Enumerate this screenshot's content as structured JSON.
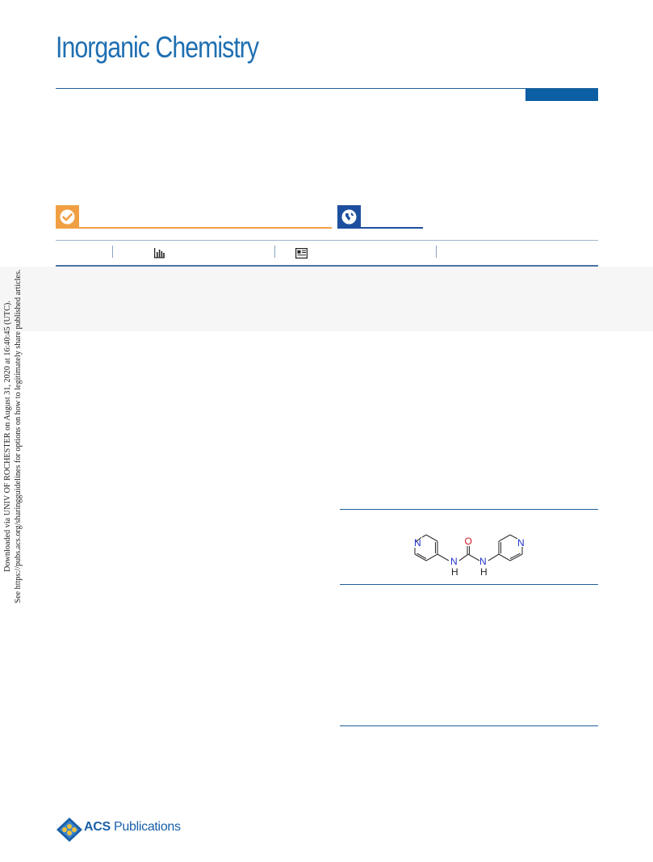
{
  "header": {
    "journal_title": "Inorganic Chemistry"
  },
  "side_stamp": {
    "line1": "Downloaded via UNIV OF ROCHESTER on August 31, 2020 at 16:40:45 (UTC).",
    "line2": "See https://pubs.acs.org/sharingguidelines for options on how to legitimately share published articles."
  },
  "structure": {
    "atom_N_left": "N",
    "atom_O": "O",
    "atom_NH_left": "N",
    "atom_H_left": "H",
    "atom_NH_right": "N",
    "atom_H_right": "H",
    "atom_N_right": "N"
  },
  "footer": {
    "publisher_bold": "ACS",
    "publisher_rest": " Publications"
  },
  "colors": {
    "journal_blue": "#1f6fb2",
    "header_tab": "#0d5fa3",
    "badge_orange": "#f0a043",
    "badge_blue": "#1d4f9e",
    "nitrogen_blue": "#2233cc",
    "oxygen_red": "#cc1122"
  }
}
